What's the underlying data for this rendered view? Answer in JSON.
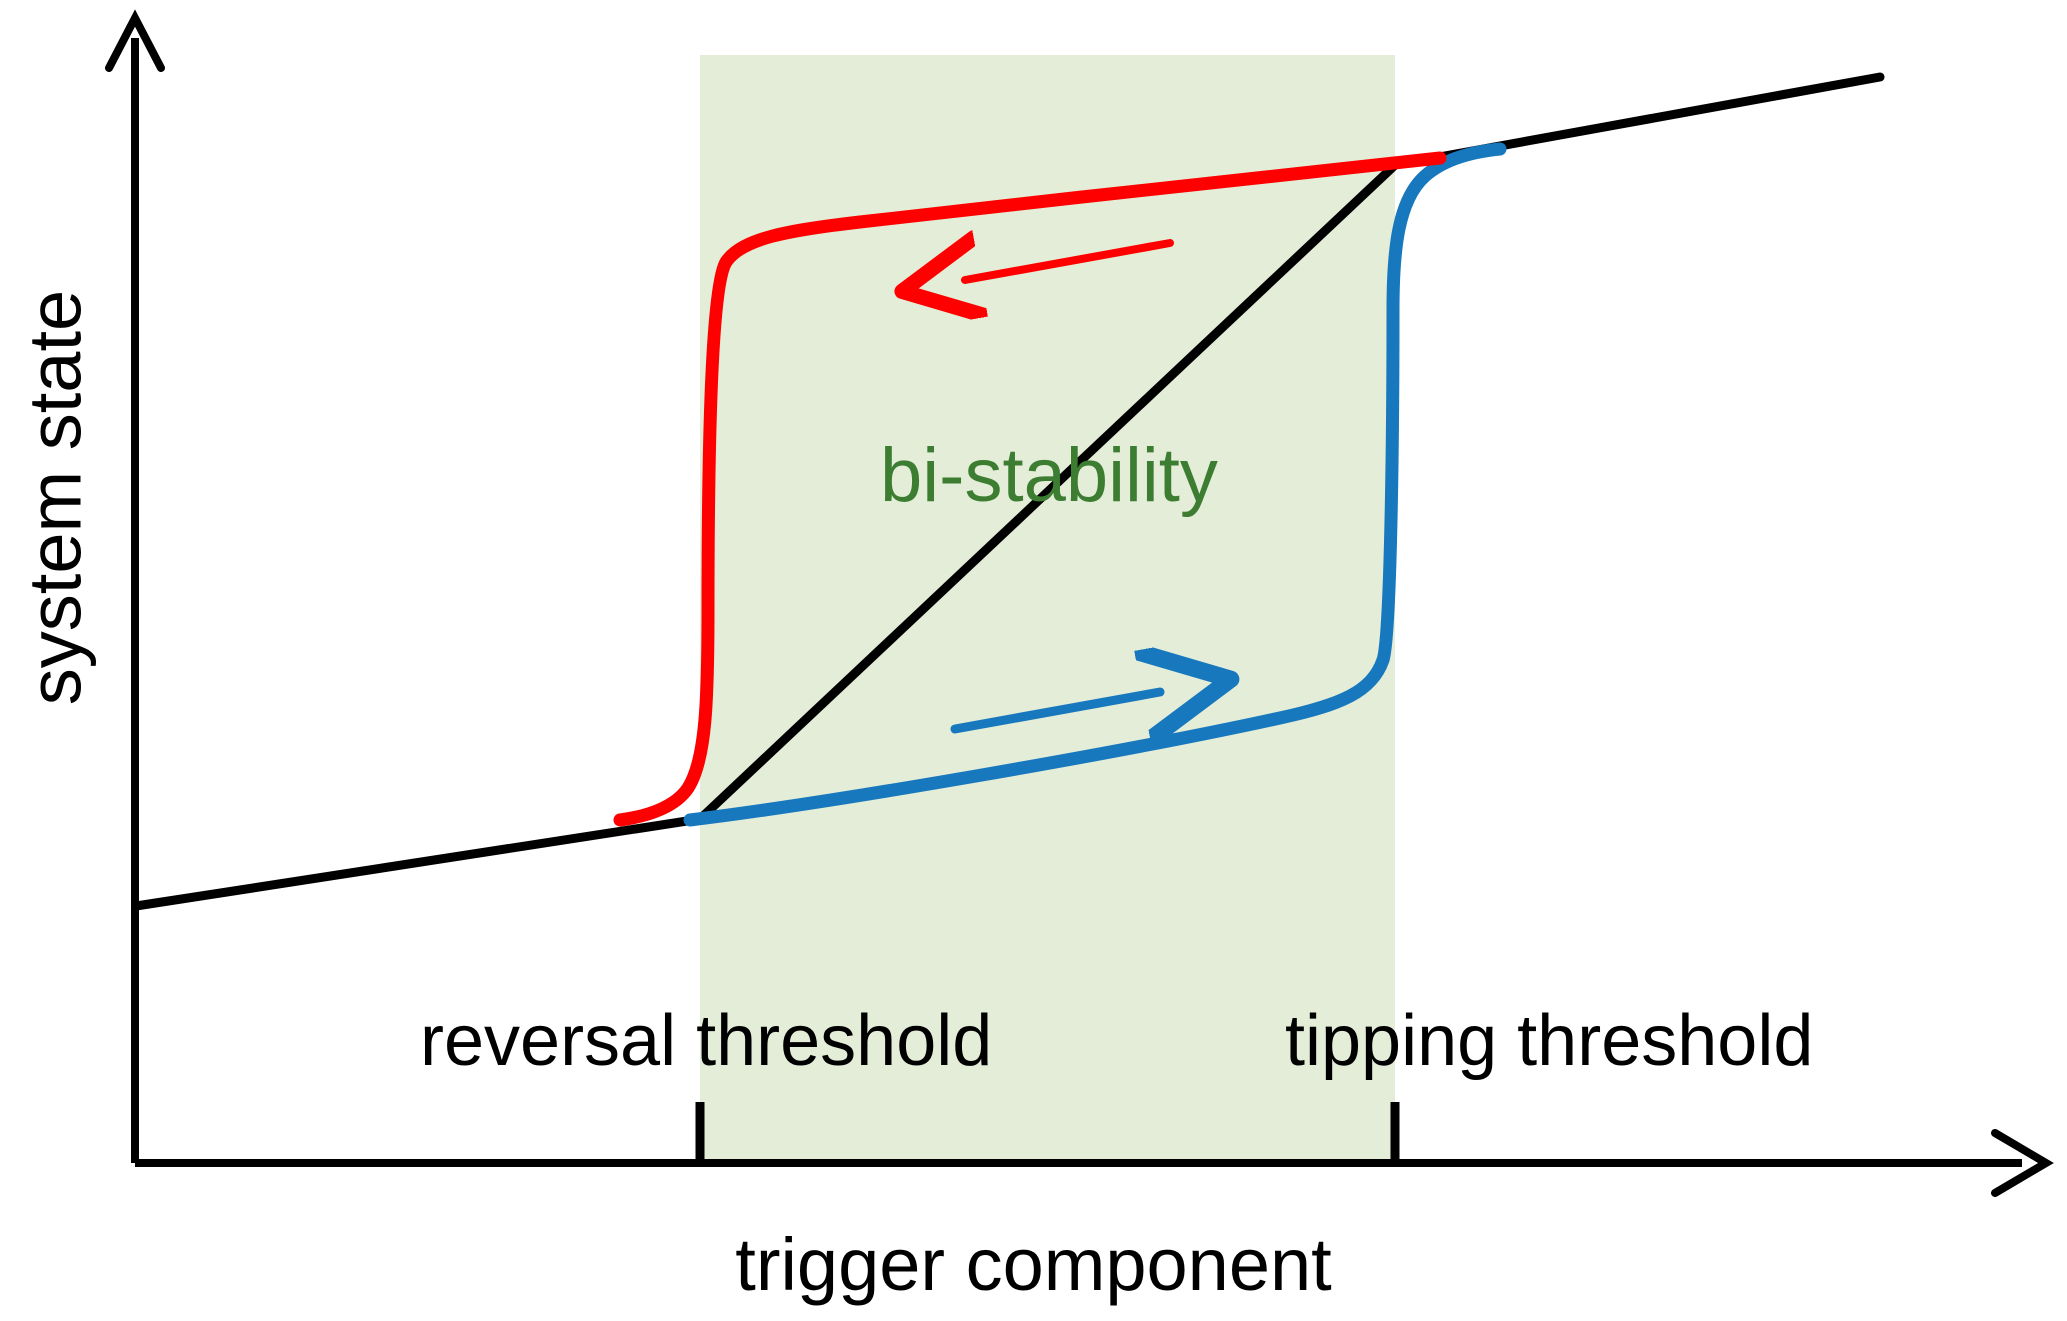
{
  "figure": {
    "title": "hysteresis / bi-stability schematic",
    "background_color": "#ffffff"
  },
  "axes": {
    "x_label": "trigger component",
    "y_label": "system state",
    "axis_color": "#000000",
    "x_axis_has_arrow": true,
    "y_axis_has_arrow": true,
    "tick_labels_shown": false
  },
  "annotations": {
    "bistability_label": "bi-stability",
    "bistability_color": "#3C7D32",
    "reversal_threshold_label": "reversal threshold",
    "tipping_threshold_label": "tipping threshold",
    "label_color": "#000000"
  },
  "region": {
    "name": "bi-stability band",
    "fill_color": "#E3EDD8"
  },
  "chart_data": {
    "type": "line",
    "title": "",
    "xlabel": "trigger component",
    "ylabel": "system state",
    "xlim": [
      0,
      1
    ],
    "ylim": [
      0,
      1
    ],
    "grid": false,
    "legend": "none",
    "axis_ticks": "none",
    "shaded_regions": [
      {
        "label": "bi-stability",
        "x_start": 0.303,
        "x_end": 0.673,
        "color": "#E3EDD8"
      }
    ],
    "thresholds": [
      {
        "name": "reversal threshold",
        "x": 0.303,
        "marker": "tick"
      },
      {
        "name": "tipping threshold",
        "x": 0.673,
        "marker": "tick"
      }
    ],
    "series": [
      {
        "name": "stable baseline (black)",
        "color": "#000000",
        "style": "solid",
        "width": 7,
        "x": [
          0.017,
          0.303,
          0.673,
          0.922
        ],
        "y": [
          0.252,
          0.312,
          0.866,
          0.927
        ],
        "note": "underlying monotone equilibrium curve, drawn behind hysteresis branches"
      },
      {
        "name": "forward branch (blue, increasing trigger)",
        "color": "#1878BE",
        "style": "solid",
        "width": 11,
        "direction": "rightward",
        "x": [
          0.303,
          0.45,
          0.58,
          0.655,
          0.67,
          0.673,
          0.676,
          0.69,
          0.73
        ],
        "y": [
          0.312,
          0.36,
          0.408,
          0.44,
          0.455,
          0.6,
          0.8,
          0.88,
          0.893
        ],
        "note": "lower branch rising slowly then jumping up at the tipping threshold"
      },
      {
        "name": "reverse branch (red, decreasing trigger)",
        "color": "#FF0000",
        "style": "solid",
        "width": 11,
        "direction": "leftward",
        "x": [
          0.673,
          0.62,
          0.48,
          0.34,
          0.312,
          0.303,
          0.3,
          0.296,
          0.285
        ],
        "y": [
          0.866,
          0.858,
          0.83,
          0.8,
          0.79,
          0.65,
          0.42,
          0.33,
          0.312
        ],
        "note": "upper branch falling slowly then jumping down at the reversal threshold"
      }
    ],
    "arrows": [
      {
        "name": "reverse-direction-arrow",
        "color": "#FF0000",
        "direction": "left",
        "x_from": 0.565,
        "x_to": 0.465,
        "y_from": 0.838,
        "y_to": 0.823
      },
      {
        "name": "forward-direction-arrow",
        "color": "#1878BE",
        "direction": "right",
        "x_from": 0.465,
        "x_to": 0.565,
        "y_from": 0.432,
        "y_to": 0.447
      }
    ]
  }
}
